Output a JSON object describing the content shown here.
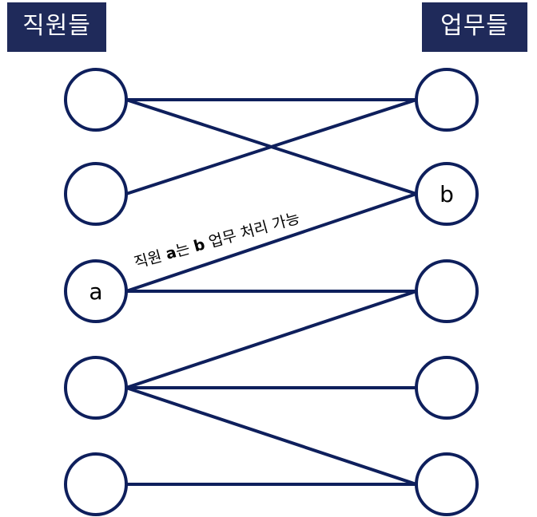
{
  "headers": {
    "left": "직원들",
    "right": "업무들"
  },
  "nodes": {
    "left_labels": [
      "",
      "",
      "a",
      "",
      ""
    ],
    "right_labels": [
      "",
      "b",
      "",
      "",
      ""
    ]
  },
  "edges": [
    [
      0,
      0
    ],
    [
      0,
      1
    ],
    [
      1,
      0
    ],
    [
      2,
      1
    ],
    [
      2,
      2
    ],
    [
      3,
      2
    ],
    [
      3,
      3
    ],
    [
      3,
      4
    ],
    [
      4,
      4
    ]
  ],
  "annotation": {
    "part1": "직원 ",
    "bold1": "a",
    "part2": "는 ",
    "bold2": "b",
    "part3": " 업무 처리 가능"
  },
  "colors": {
    "header_bg": "#1f2a5a",
    "stroke": "#0e1f5c"
  }
}
